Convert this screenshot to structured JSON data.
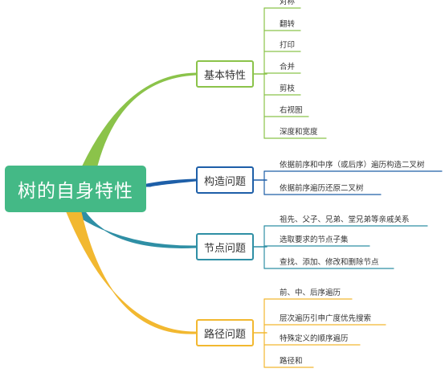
{
  "root": {
    "label": "树的自身特性",
    "color": "#44b986"
  },
  "branches": [
    {
      "label": "基本特性",
      "color": "#8bc34a",
      "leaves": [
        "对称",
        "翻转",
        "打印",
        "合并",
        "剪枝",
        "右视图",
        "深度和宽度"
      ]
    },
    {
      "label": "构造问题",
      "color": "#1e5fa8",
      "leaves": [
        "依据前序和中序（或后序）遍历构造二叉树",
        "依据前序遍历还原二叉树"
      ]
    },
    {
      "label": "节点问题",
      "color": "#2f8fa5",
      "leaves": [
        "祖先、父子、兄弟、堂兄弟等亲戚关系",
        "选取要求的节点子集",
        "查找、添加、修改和删除节点"
      ]
    },
    {
      "label": "路径问题",
      "color": "#f2b830",
      "leaves": [
        "前、中、后序遍历",
        "层次遍历引申广度优先搜索",
        "特殊定义的顺序遍历",
        "路径和"
      ]
    }
  ]
}
